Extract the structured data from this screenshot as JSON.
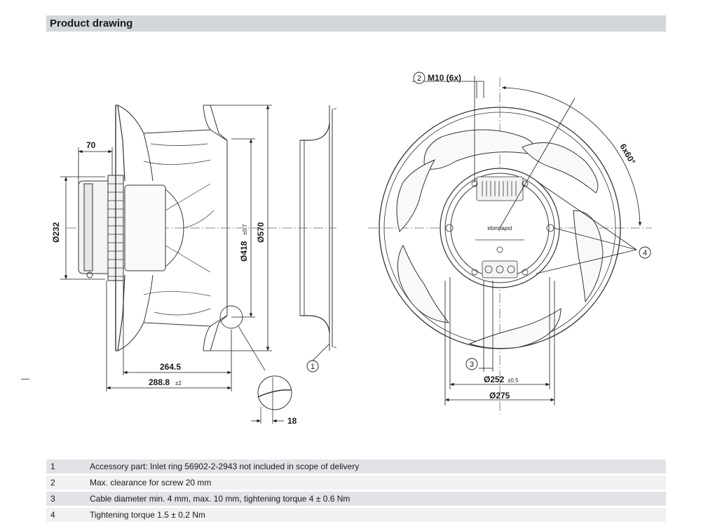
{
  "header": {
    "title": "Product drawing"
  },
  "dimensions": {
    "d232": "Ø232",
    "w70": "70",
    "d418": "Ø418",
    "d418_tol": "±0.7",
    "d570": "Ø570",
    "l264": "264.5",
    "l288": "288.8",
    "l288_tol": "±2",
    "l18": "18",
    "d252": "Ø252",
    "d252_tol": "±0.5",
    "d275": "Ø275",
    "m10": "M10 (6x)",
    "angle": "6x60°"
  },
  "callouts": {
    "c1": "1",
    "c2": "2",
    "c3": "3",
    "c4": "4"
  },
  "logo_text": "ebmpapst",
  "notes": [
    {
      "num": "1",
      "text": "Accessory part: Inlet ring 56902-2-2943 not included in scope of delivery"
    },
    {
      "num": "2",
      "text": "Max. clearance for screw 20 mm"
    },
    {
      "num": "3",
      "text": "Cable diameter min. 4 mm, max. 10 mm, tightening torque 4 ± 0.6 Nm"
    },
    {
      "num": "4",
      "text": "Tightening torque 1.5 ± 0.2 Nm"
    }
  ]
}
